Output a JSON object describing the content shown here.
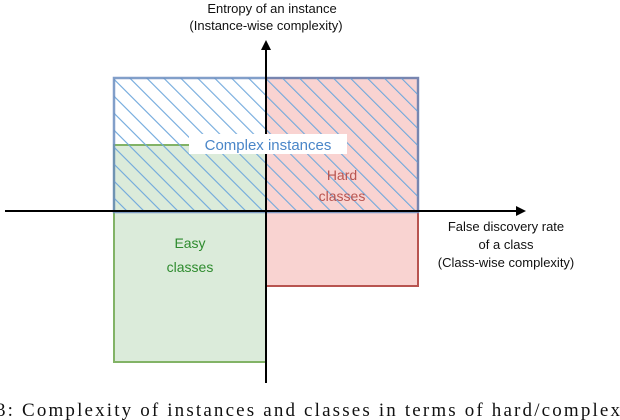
{
  "y_axis": {
    "line1": "Entropy of an instance",
    "line2": "(Instance-wise complexity)"
  },
  "x_axis": {
    "line1": "False discovery rate",
    "line2": "of a class",
    "line3": "(Class-wise complexity)"
  },
  "regions": {
    "complex_instances": {
      "label": "Complex instances",
      "color": "#4a86c8"
    },
    "hard_classes": {
      "line1": "Hard",
      "line2": "classes",
      "color": "#b85450"
    },
    "easy_classes": {
      "line1": "Easy",
      "line2": "classes",
      "color": "#2e8b2e"
    }
  },
  "caption_fragment": "3:  Complexity of instances and classes in terms of hard/complex"
}
